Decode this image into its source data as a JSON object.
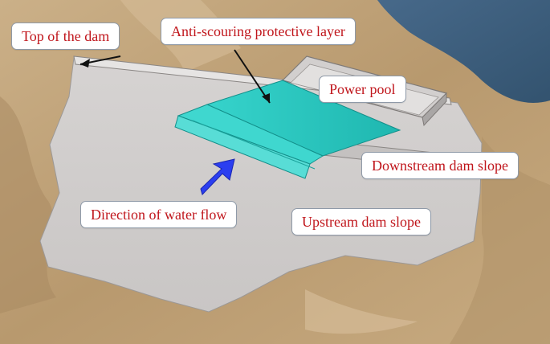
{
  "labels": {
    "top_of_dam": "Top of the dam",
    "anti_scouring": "Anti-scouring protective layer",
    "power_pool": "Power pool",
    "downstream_slope": "Downstream dam slope",
    "water_flow": "Direction of water flow",
    "upstream_slope": "Upstream dam slope"
  },
  "colors": {
    "label_text": "#c0161c",
    "terrain": "#c2a47a",
    "water": "#3d5f7f",
    "dam_surface": "#cfcccb",
    "protective_layer": "#2ec8c0",
    "flow_arrow": "#2b3ef0"
  },
  "icons": {
    "flow_arrow": "blue-arrow-icon"
  }
}
